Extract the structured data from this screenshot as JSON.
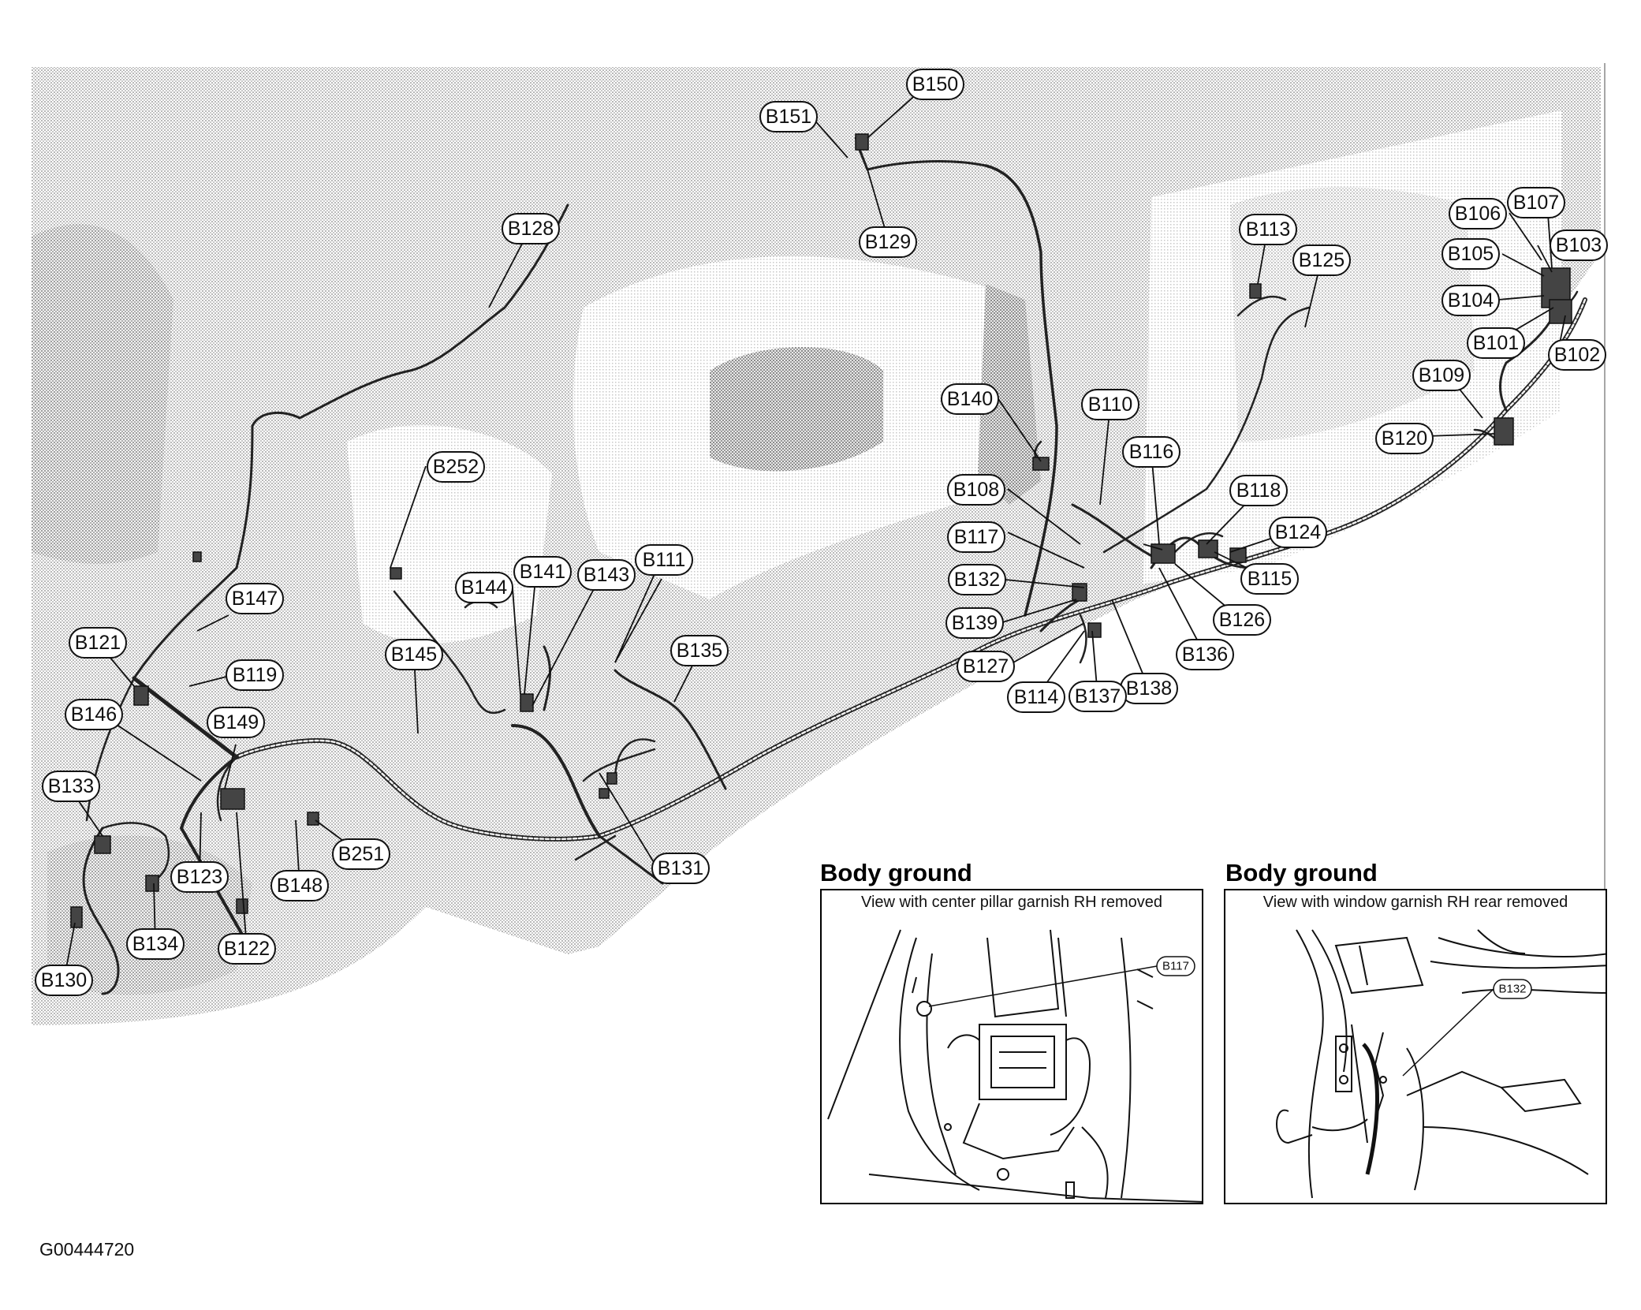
{
  "connectors": [
    "B101",
    "B102",
    "B103",
    "B104",
    "B105",
    "B106",
    "B107",
    "B108",
    "B109",
    "B110",
    "B111",
    "B113",
    "B114",
    "B115",
    "B116",
    "B117",
    "B118",
    "B119",
    "B120",
    "B121",
    "B122",
    "B123",
    "B124",
    "B125",
    "B126",
    "B127",
    "B128",
    "B129",
    "B130",
    "B131",
    "B132",
    "B133",
    "B134",
    "B135",
    "B136",
    "B137",
    "B138",
    "B139",
    "B140",
    "B141",
    "B143",
    "B144",
    "B145",
    "B146",
    "B147",
    "B148",
    "B149",
    "B150",
    "B151",
    "B251",
    "B252"
  ],
  "insets": [
    {
      "title": "Body ground",
      "caption": "View with center pillar garnish RH removed",
      "callout": "B117"
    },
    {
      "title": "Body ground",
      "caption": "View with window garnish RH rear removed",
      "callout": "B132"
    }
  ],
  "figure_id": "G00444720"
}
